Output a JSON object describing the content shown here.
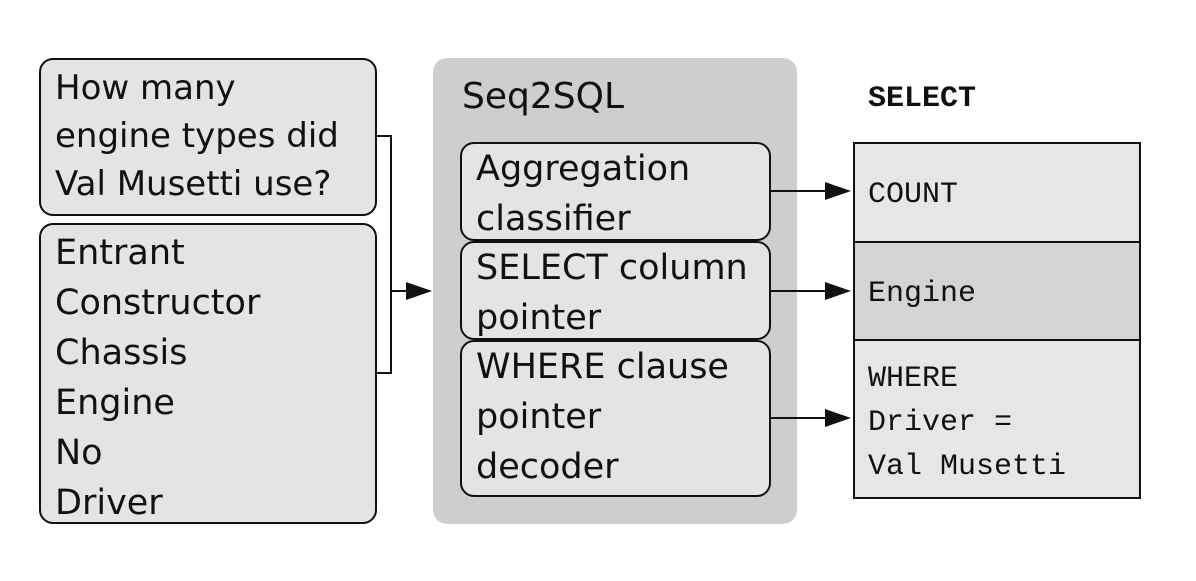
{
  "input": {
    "question": "How many\nengine types did\nVal Musetti use?",
    "columns": [
      "Entrant",
      "Constructor",
      "Chassis",
      "Engine",
      "No",
      "Driver"
    ]
  },
  "model": {
    "title": "Seq2SQL",
    "components": [
      {
        "label": "Aggregation\nclassifier"
      },
      {
        "label": "SELECT column\npointer"
      },
      {
        "label": "WHERE clause\npointer\ndecoder"
      }
    ]
  },
  "output": {
    "header": "SELECT",
    "rows": [
      {
        "text": "COUNT",
        "fill": "#e6e6e6"
      },
      {
        "text": "Engine",
        "fill": "#d4d4d4"
      },
      {
        "text": "WHERE\nDriver =\nVal Musetti",
        "fill": "#e6e6e6"
      }
    ]
  },
  "colors": {
    "box_fill": "#e4e4e4",
    "panel_fill": "#cecece",
    "stroke": "#111111"
  }
}
